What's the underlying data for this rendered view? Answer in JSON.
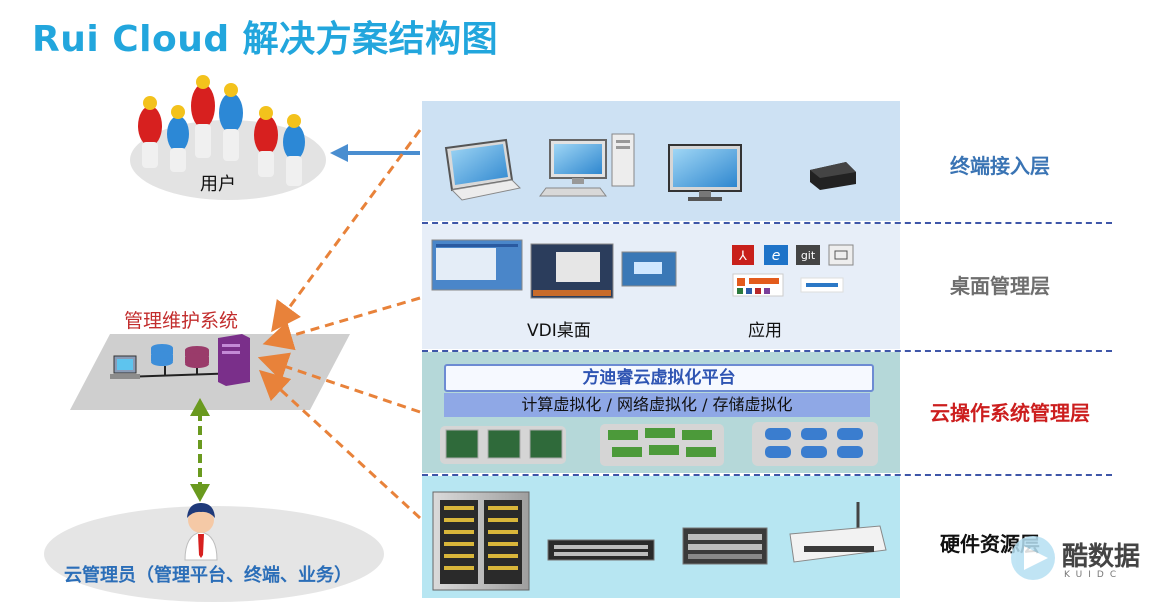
{
  "title": "Rui Cloud 解决方案结构图",
  "layers": {
    "terminal": "终端接入层",
    "desktop": "桌面管理层",
    "os": "云操作系统管理层",
    "hardware": "硬件资源层"
  },
  "desktop": {
    "vdi": "VDI桌面",
    "apps": "应用"
  },
  "os": {
    "platform": "方迪睿云虚拟化平台",
    "virtualization": "计算虚拟化 / 网络虚拟化 / 存储虚拟化"
  },
  "nodes": {
    "users": "用户",
    "management": "管理维护系统",
    "admin": "云管理员（管理平台、终端、业务）"
  },
  "watermark": {
    "name": "酷数据",
    "sub": "KUIDC"
  },
  "colors": {
    "title": "#22a6dd",
    "terminal_bg": "#cde1f3",
    "desktop_bg": "#e7eef8",
    "os_bg": "#b5d8d9",
    "hardware_bg": "#b7e6f2",
    "dash_line": "#3e56a8",
    "arrow_orange": "#e8823a",
    "arrow_green": "#6a9a1f",
    "arrow_blue": "#4a8ed0"
  }
}
